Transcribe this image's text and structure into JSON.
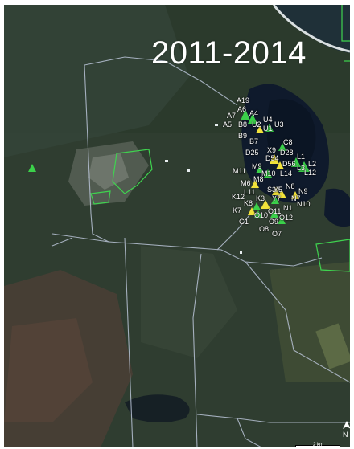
{
  "map": {
    "title": "2011-2014",
    "north_label": "N",
    "scale_label": "2 km",
    "colors": {
      "boundary": "#b9c3d6",
      "green_marker": "#3bd14a",
      "yellow_marker": "#f2e23a",
      "green_outline": "#3fd34f"
    },
    "site_labels": [
      "A19",
      "A6",
      "A7",
      "A4",
      "A5",
      "B8",
      "U2",
      "U4",
      "U3",
      "U1",
      "B9",
      "B7",
      "C8",
      "D25",
      "X9",
      "D28",
      "D54",
      "L1",
      "D56",
      "L2",
      "M9",
      "M10",
      "L14",
      "L12",
      "L3",
      "M11",
      "M8",
      "M6",
      "N8",
      "S37",
      "Y5",
      "N9",
      "L11",
      "K3",
      "Y7",
      "K12",
      "N7",
      "N10",
      "K8",
      "N1",
      "K7",
      "O10",
      "O11",
      "G1",
      "O12",
      "O9",
      "O8",
      "O7"
    ]
  }
}
